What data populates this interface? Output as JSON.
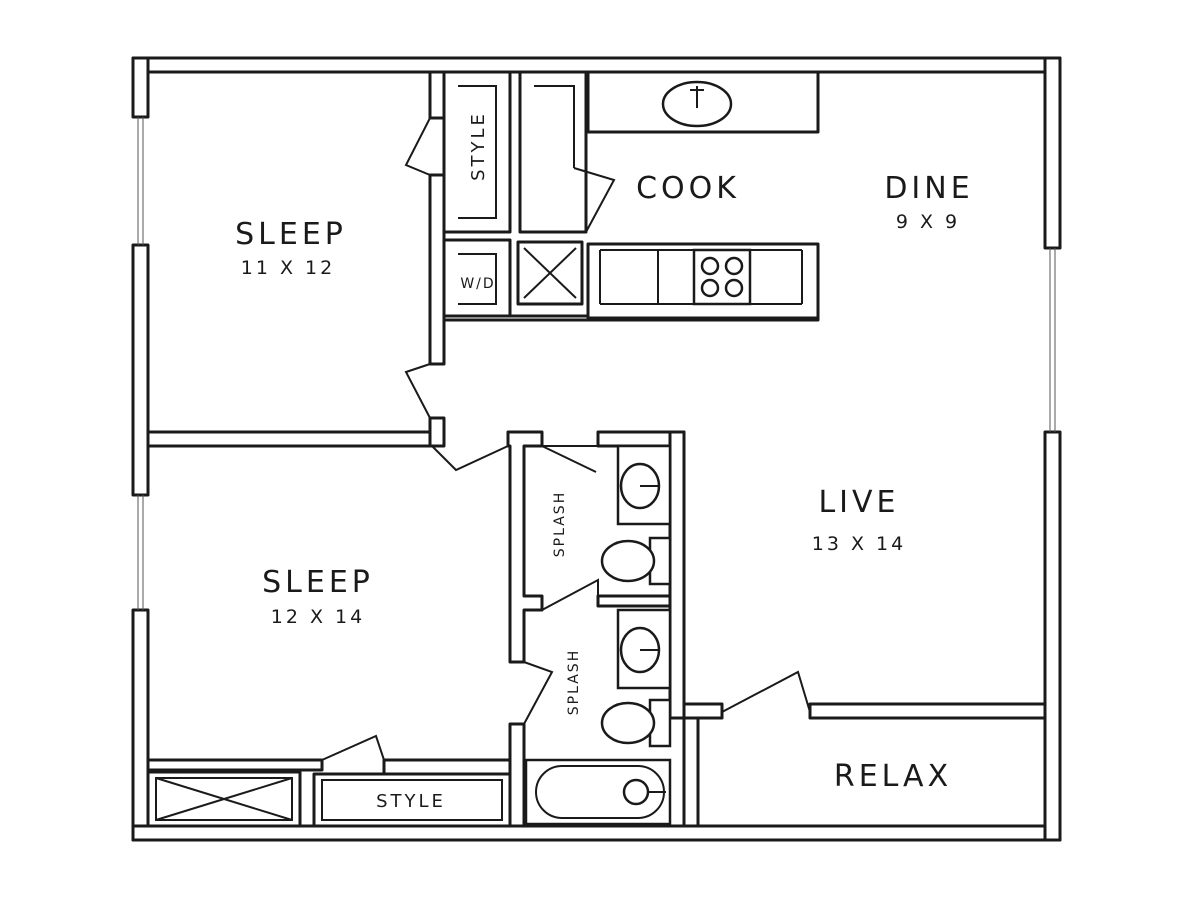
{
  "rooms": {
    "sleep_1": {
      "name": "SLEEP",
      "dims": "11 X 12"
    },
    "sleep_2": {
      "name": "SLEEP",
      "dims": "12 X 14"
    },
    "cook": {
      "name": "COOK"
    },
    "dine": {
      "name": "DINE",
      "dims": "9 X 9"
    },
    "live": {
      "name": "LIVE",
      "dims": "13 X 14"
    },
    "relax": {
      "name": "RELAX"
    },
    "style_closet_1": {
      "name": "STYLE"
    },
    "style_closet_2": {
      "name": "STYLE"
    },
    "laundry": {
      "name": "W/D"
    },
    "bath_1": {
      "name": "SPLASH"
    },
    "bath_2": {
      "name": "SPLASH"
    }
  }
}
